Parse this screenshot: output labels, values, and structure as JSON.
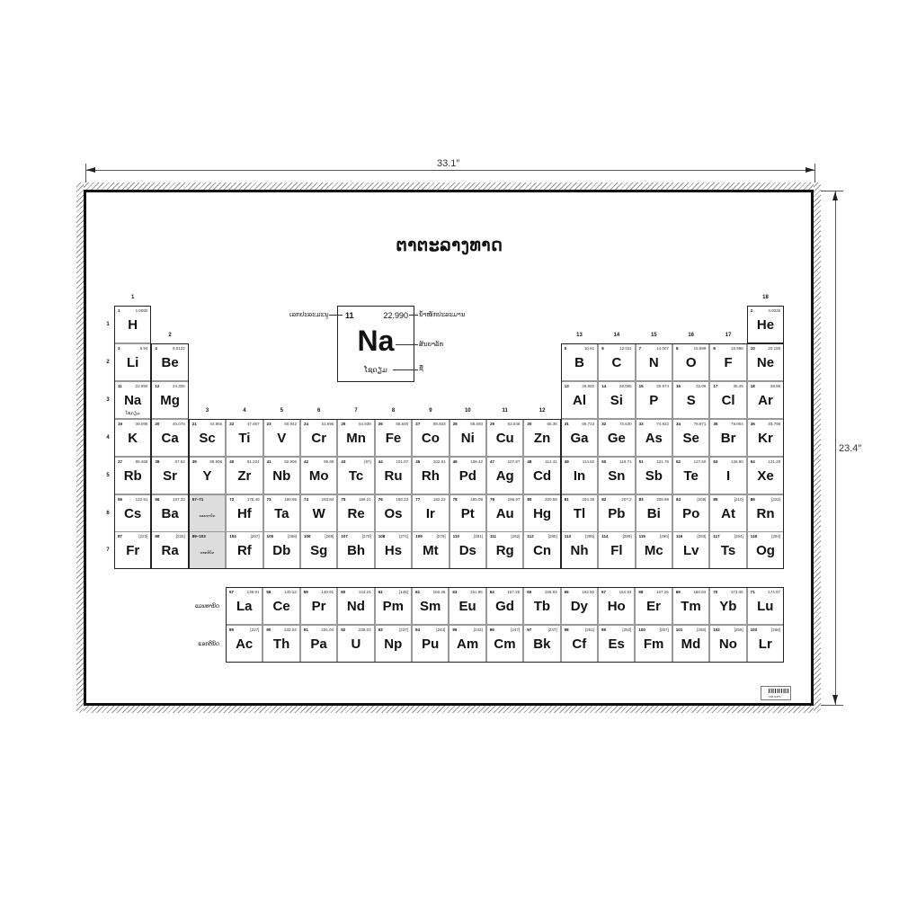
{
  "dimensions": {
    "width_label": "33.1″",
    "height_label": "23.4″"
  },
  "title": "ຕາຕະລາງທາດ",
  "legend": {
    "atomic_number": "11",
    "atomic_mass": "22.990",
    "symbol": "Na",
    "name": "ໂຊດຽມ",
    "label_atomic_number": "ເລກປະລະມະນູ",
    "label_atomic_mass": "ນ້ຳໜັກປະລະມານ",
    "label_symbol": "ສັນຍາລັກ",
    "label_name": "ຊື່"
  },
  "groups": [
    "1",
    "2",
    "3",
    "4",
    "5",
    "6",
    "7",
    "8",
    "9",
    "10",
    "11",
    "12",
    "13",
    "14",
    "15",
    "16",
    "17",
    "18"
  ],
  "periods": [
    "1",
    "2",
    "3",
    "4",
    "5",
    "6",
    "7"
  ],
  "series_labels": {
    "lanthanides": "ແລນທານິດ",
    "actinides": "ແອກຕິນິດ"
  },
  "placeholders": [
    {
      "range": "57–71",
      "label": "ແລນທານິດ"
    },
    {
      "range": "89–103",
      "label": "ແອກຕິນິດ"
    }
  ],
  "elements": [
    {
      "z": "1",
      "s": "H",
      "m": "1.0080",
      "p": 1,
      "g": 1
    },
    {
      "z": "2",
      "s": "He",
      "m": "4.0026",
      "p": 1,
      "g": 18
    },
    {
      "z": "3",
      "s": "Li",
      "m": "6.94",
      "p": 2,
      "g": 1
    },
    {
      "z": "4",
      "s": "Be",
      "m": "9.0122",
      "p": 2,
      "g": 2
    },
    {
      "z": "5",
      "s": "B",
      "m": "10.81",
      "p": 2,
      "g": 13
    },
    {
      "z": "6",
      "s": "C",
      "m": "12.011",
      "p": 2,
      "g": 14
    },
    {
      "z": "7",
      "s": "N",
      "m": "14.007",
      "p": 2,
      "g": 15
    },
    {
      "z": "8",
      "s": "O",
      "m": "15.999",
      "p": 2,
      "g": 16
    },
    {
      "z": "9",
      "s": "F",
      "m": "18.998",
      "p": 2,
      "g": 17
    },
    {
      "z": "10",
      "s": "Ne",
      "m": "20.180",
      "p": 2,
      "g": 18
    },
    {
      "z": "11",
      "s": "Na",
      "m": "22.990",
      "p": 3,
      "g": 1,
      "n": "ໂຊດຽມ"
    },
    {
      "z": "12",
      "s": "Mg",
      "m": "24.305",
      "p": 3,
      "g": 2
    },
    {
      "z": "13",
      "s": "Al",
      "m": "26.982",
      "p": 3,
      "g": 13
    },
    {
      "z": "14",
      "s": "Si",
      "m": "28.085",
      "p": 3,
      "g": 14
    },
    {
      "z": "15",
      "s": "P",
      "m": "30.974",
      "p": 3,
      "g": 15
    },
    {
      "z": "16",
      "s": "S",
      "m": "32.06",
      "p": 3,
      "g": 16
    },
    {
      "z": "17",
      "s": "Cl",
      "m": "35.45",
      "p": 3,
      "g": 17
    },
    {
      "z": "18",
      "s": "Ar",
      "m": "39.95",
      "p": 3,
      "g": 18
    },
    {
      "z": "19",
      "s": "K",
      "m": "39.098",
      "p": 4,
      "g": 1
    },
    {
      "z": "20",
      "s": "Ca",
      "m": "40.078",
      "p": 4,
      "g": 2
    },
    {
      "z": "21",
      "s": "Sc",
      "m": "44.956",
      "p": 4,
      "g": 3
    },
    {
      "z": "22",
      "s": "Ti",
      "m": "47.867",
      "p": 4,
      "g": 4
    },
    {
      "z": "23",
      "s": "V",
      "m": "50.942",
      "p": 4,
      "g": 5
    },
    {
      "z": "24",
      "s": "Cr",
      "m": "51.996",
      "p": 4,
      "g": 6
    },
    {
      "z": "25",
      "s": "Mn",
      "m": "54.938",
      "p": 4,
      "g": 7
    },
    {
      "z": "26",
      "s": "Fe",
      "m": "55.845",
      "p": 4,
      "g": 8
    },
    {
      "z": "27",
      "s": "Co",
      "m": "58.933",
      "p": 4,
      "g": 9
    },
    {
      "z": "28",
      "s": "Ni",
      "m": "58.693",
      "p": 4,
      "g": 10
    },
    {
      "z": "29",
      "s": "Cu",
      "m": "63.546",
      "p": 4,
      "g": 11
    },
    {
      "z": "30",
      "s": "Zn",
      "m": "65.38",
      "p": 4,
      "g": 12
    },
    {
      "z": "31",
      "s": "Ga",
      "m": "69.723",
      "p": 4,
      "g": 13
    },
    {
      "z": "32",
      "s": "Ge",
      "m": "72.630",
      "p": 4,
      "g": 14
    },
    {
      "z": "33",
      "s": "As",
      "m": "74.922",
      "p": 4,
      "g": 15
    },
    {
      "z": "34",
      "s": "Se",
      "m": "78.971",
      "p": 4,
      "g": 16
    },
    {
      "z": "35",
      "s": "Br",
      "m": "79.904",
      "p": 4,
      "g": 17
    },
    {
      "z": "36",
      "s": "Kr",
      "m": "83.798",
      "p": 4,
      "g": 18
    },
    {
      "z": "37",
      "s": "Rb",
      "m": "85.468",
      "p": 5,
      "g": 1
    },
    {
      "z": "38",
      "s": "Sr",
      "m": "87.62",
      "p": 5,
      "g": 2
    },
    {
      "z": "39",
      "s": "Y",
      "m": "88.906",
      "p": 5,
      "g": 3
    },
    {
      "z": "40",
      "s": "Zr",
      "m": "91.224",
      "p": 5,
      "g": 4
    },
    {
      "z": "41",
      "s": "Nb",
      "m": "92.906",
      "p": 5,
      "g": 5
    },
    {
      "z": "42",
      "s": "Mo",
      "m": "95.95",
      "p": 5,
      "g": 6
    },
    {
      "z": "43",
      "s": "Tc",
      "m": "[97]",
      "p": 5,
      "g": 7
    },
    {
      "z": "44",
      "s": "Ru",
      "m": "101.07",
      "p": 5,
      "g": 8
    },
    {
      "z": "45",
      "s": "Rh",
      "m": "102.91",
      "p": 5,
      "g": 9
    },
    {
      "z": "46",
      "s": "Pd",
      "m": "106.42",
      "p": 5,
      "g": 10
    },
    {
      "z": "47",
      "s": "Ag",
      "m": "107.87",
      "p": 5,
      "g": 11
    },
    {
      "z": "48",
      "s": "Cd",
      "m": "112.41",
      "p": 5,
      "g": 12
    },
    {
      "z": "49",
      "s": "In",
      "m": "114.82",
      "p": 5,
      "g": 13
    },
    {
      "z": "50",
      "s": "Sn",
      "m": "118.71",
      "p": 5,
      "g": 14
    },
    {
      "z": "51",
      "s": "Sb",
      "m": "121.76",
      "p": 5,
      "g": 15
    },
    {
      "z": "52",
      "s": "Te",
      "m": "127.60",
      "p": 5,
      "g": 16
    },
    {
      "z": "53",
      "s": "I",
      "m": "126.90",
      "p": 5,
      "g": 17
    },
    {
      "z": "54",
      "s": "Xe",
      "m": "131.29",
      "p": 5,
      "g": 18
    },
    {
      "z": "55",
      "s": "Cs",
      "m": "132.91",
      "p": 6,
      "g": 1
    },
    {
      "z": "56",
      "s": "Ba",
      "m": "137.33",
      "p": 6,
      "g": 2
    },
    {
      "z": "72",
      "s": "Hf",
      "m": "178.49",
      "p": 6,
      "g": 4
    },
    {
      "z": "73",
      "s": "Ta",
      "m": "180.95",
      "p": 6,
      "g": 5
    },
    {
      "z": "74",
      "s": "W",
      "m": "183.84",
      "p": 6,
      "g": 6
    },
    {
      "z": "75",
      "s": "Re",
      "m": "186.21",
      "p": 6,
      "g": 7
    },
    {
      "z": "76",
      "s": "Os",
      "m": "190.23",
      "p": 6,
      "g": 8
    },
    {
      "z": "77",
      "s": "Ir",
      "m": "192.22",
      "p": 6,
      "g": 9
    },
    {
      "z": "78",
      "s": "Pt",
      "m": "195.08",
      "p": 6,
      "g": 10
    },
    {
      "z": "79",
      "s": "Au",
      "m": "196.97",
      "p": 6,
      "g": 11
    },
    {
      "z": "80",
      "s": "Hg",
      "m": "200.59",
      "p": 6,
      "g": 12
    },
    {
      "z": "81",
      "s": "Tl",
      "m": "204.38",
      "p": 6,
      "g": 13
    },
    {
      "z": "82",
      "s": "Pb",
      "m": "207.2",
      "p": 6,
      "g": 14
    },
    {
      "z": "83",
      "s": "Bi",
      "m": "208.98",
      "p": 6,
      "g": 15
    },
    {
      "z": "84",
      "s": "Po",
      "m": "[209]",
      "p": 6,
      "g": 16
    },
    {
      "z": "85",
      "s": "At",
      "m": "[210]",
      "p": 6,
      "g": 17
    },
    {
      "z": "86",
      "s": "Rn",
      "m": "[222]",
      "p": 6,
      "g": 18
    },
    {
      "z": "87",
      "s": "Fr",
      "m": "[223]",
      "p": 7,
      "g": 1
    },
    {
      "z": "88",
      "s": "Ra",
      "m": "[226]",
      "p": 7,
      "g": 2
    },
    {
      "z": "104",
      "s": "Rf",
      "m": "[267]",
      "p": 7,
      "g": 4
    },
    {
      "z": "105",
      "s": "Db",
      "m": "[268]",
      "p": 7,
      "g": 5
    },
    {
      "z": "106",
      "s": "Sg",
      "m": "[269]",
      "p": 7,
      "g": 6
    },
    {
      "z": "107",
      "s": "Bh",
      "m": "[270]",
      "p": 7,
      "g": 7
    },
    {
      "z": "108",
      "s": "Hs",
      "m": "[271]",
      "p": 7,
      "g": 8
    },
    {
      "z": "109",
      "s": "Mt",
      "m": "[278]",
      "p": 7,
      "g": 9
    },
    {
      "z": "110",
      "s": "Ds",
      "m": "[281]",
      "p": 7,
      "g": 10
    },
    {
      "z": "111",
      "s": "Rg",
      "m": "[282]",
      "p": 7,
      "g": 11
    },
    {
      "z": "112",
      "s": "Cn",
      "m": "[285]",
      "p": 7,
      "g": 12
    },
    {
      "z": "113",
      "s": "Nh",
      "m": "[286]",
      "p": 7,
      "g": 13
    },
    {
      "z": "114",
      "s": "Fl",
      "m": "[289]",
      "p": 7,
      "g": 14
    },
    {
      "z": "115",
      "s": "Mc",
      "m": "[290]",
      "p": 7,
      "g": 15
    },
    {
      "z": "116",
      "s": "Lv",
      "m": "[293]",
      "p": 7,
      "g": 16
    },
    {
      "z": "117",
      "s": "Ts",
      "m": "[294]",
      "p": 7,
      "g": 17
    },
    {
      "z": "118",
      "s": "Og",
      "m": "[294]",
      "p": 7,
      "g": 18
    }
  ],
  "lanthanides": [
    {
      "z": "57",
      "s": "La",
      "m": "138.91"
    },
    {
      "z": "58",
      "s": "Ce",
      "m": "140.12"
    },
    {
      "z": "59",
      "s": "Pr",
      "m": "140.91"
    },
    {
      "z": "60",
      "s": "Nd",
      "m": "144.24"
    },
    {
      "z": "61",
      "s": "Pm",
      "m": "[145]"
    },
    {
      "z": "62",
      "s": "Sm",
      "m": "150.36"
    },
    {
      "z": "63",
      "s": "Eu",
      "m": "151.96"
    },
    {
      "z": "64",
      "s": "Gd",
      "m": "157.25"
    },
    {
      "z": "65",
      "s": "Tb",
      "m": "158.93"
    },
    {
      "z": "66",
      "s": "Dy",
      "m": "162.50"
    },
    {
      "z": "67",
      "s": "Ho",
      "m": "164.93"
    },
    {
      "z": "68",
      "s": "Er",
      "m": "167.26"
    },
    {
      "z": "69",
      "s": "Tm",
      "m": "168.93"
    },
    {
      "z": "70",
      "s": "Yb",
      "m": "173.05"
    },
    {
      "z": "71",
      "s": "Lu",
      "m": "174.97"
    }
  ],
  "actinides": [
    {
      "z": "89",
      "s": "Ac",
      "m": "[227]"
    },
    {
      "z": "90",
      "s": "Th",
      "m": "232.04"
    },
    {
      "z": "91",
      "s": "Pa",
      "m": "231.04"
    },
    {
      "z": "92",
      "s": "U",
      "m": "238.03"
    },
    {
      "z": "93",
      "s": "Np",
      "m": "[237]"
    },
    {
      "z": "94",
      "s": "Pu",
      "m": "[244]"
    },
    {
      "z": "95",
      "s": "Am",
      "m": "[243]"
    },
    {
      "z": "96",
      "s": "Cm",
      "m": "[247]"
    },
    {
      "z": "97",
      "s": "Bk",
      "m": "[247]"
    },
    {
      "z": "98",
      "s": "Cf",
      "m": "[251]"
    },
    {
      "z": "99",
      "s": "Es",
      "m": "[252]"
    },
    {
      "z": "100",
      "s": "Fm",
      "m": "[257]"
    },
    {
      "z": "101",
      "s": "Md",
      "m": "[258]"
    },
    {
      "z": "102",
      "s": "No",
      "m": "[259]"
    },
    {
      "z": "103",
      "s": "Lr",
      "m": "[266]"
    }
  ],
  "barcode": {
    "code": "LS0 H4T1",
    "tag": "L"
  }
}
